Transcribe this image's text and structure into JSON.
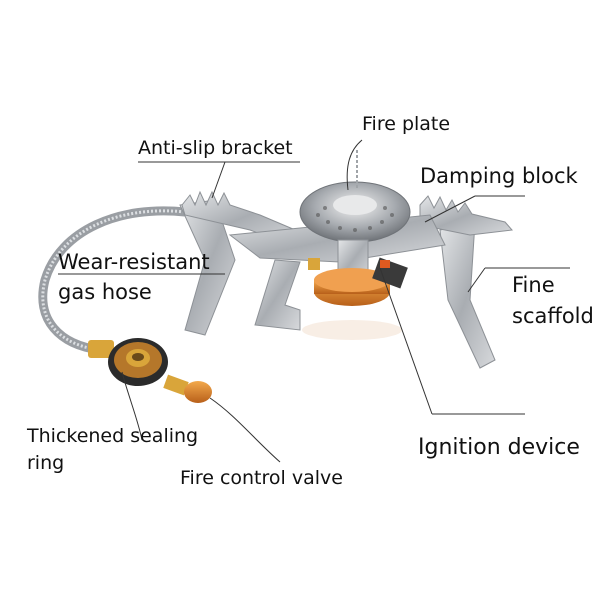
{
  "labels": {
    "fire_plate": "Fire plate",
    "anti_slip_bracket": "Anti-slip bracket",
    "damping_block": "Damping block",
    "wear_resistant_line1": "Wear-resistant",
    "wear_resistant_line2": "gas hose",
    "fine_scaffold_line1": "Fine",
    "fine_scaffold_line2": "scaffold",
    "thickened_line1": "Thickened sealing",
    "thickened_line2": "ring",
    "ignition_device": "Ignition device",
    "fire_control_valve": "Fire control valve"
  },
  "colors": {
    "steel": "#b9bcc0",
    "brass": "#d9a53a",
    "orange_valve": "#e0862a",
    "leader_line": "#333333"
  }
}
